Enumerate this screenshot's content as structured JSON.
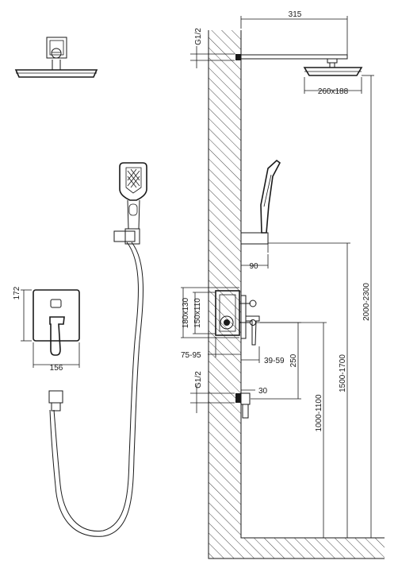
{
  "dimensions": {
    "arm_length": "315",
    "connection_top": "G1/2",
    "head_size": "260x188",
    "spout_length": "90",
    "mixer_outer": "180x130",
    "mixer_inner": "150x110",
    "install_depth": "75-95",
    "handle_depth": "39-59",
    "mixer_to_outlet": "250",
    "connection_bottom": "G1/2",
    "outlet_length": "30",
    "height_mixer": "1000-1100",
    "height_holder": "1500-1700",
    "height_head": "2000-2300",
    "plate_height": "172",
    "plate_width": "156"
  },
  "colors": {
    "line": "#1a1a1a",
    "background": "#ffffff"
  }
}
